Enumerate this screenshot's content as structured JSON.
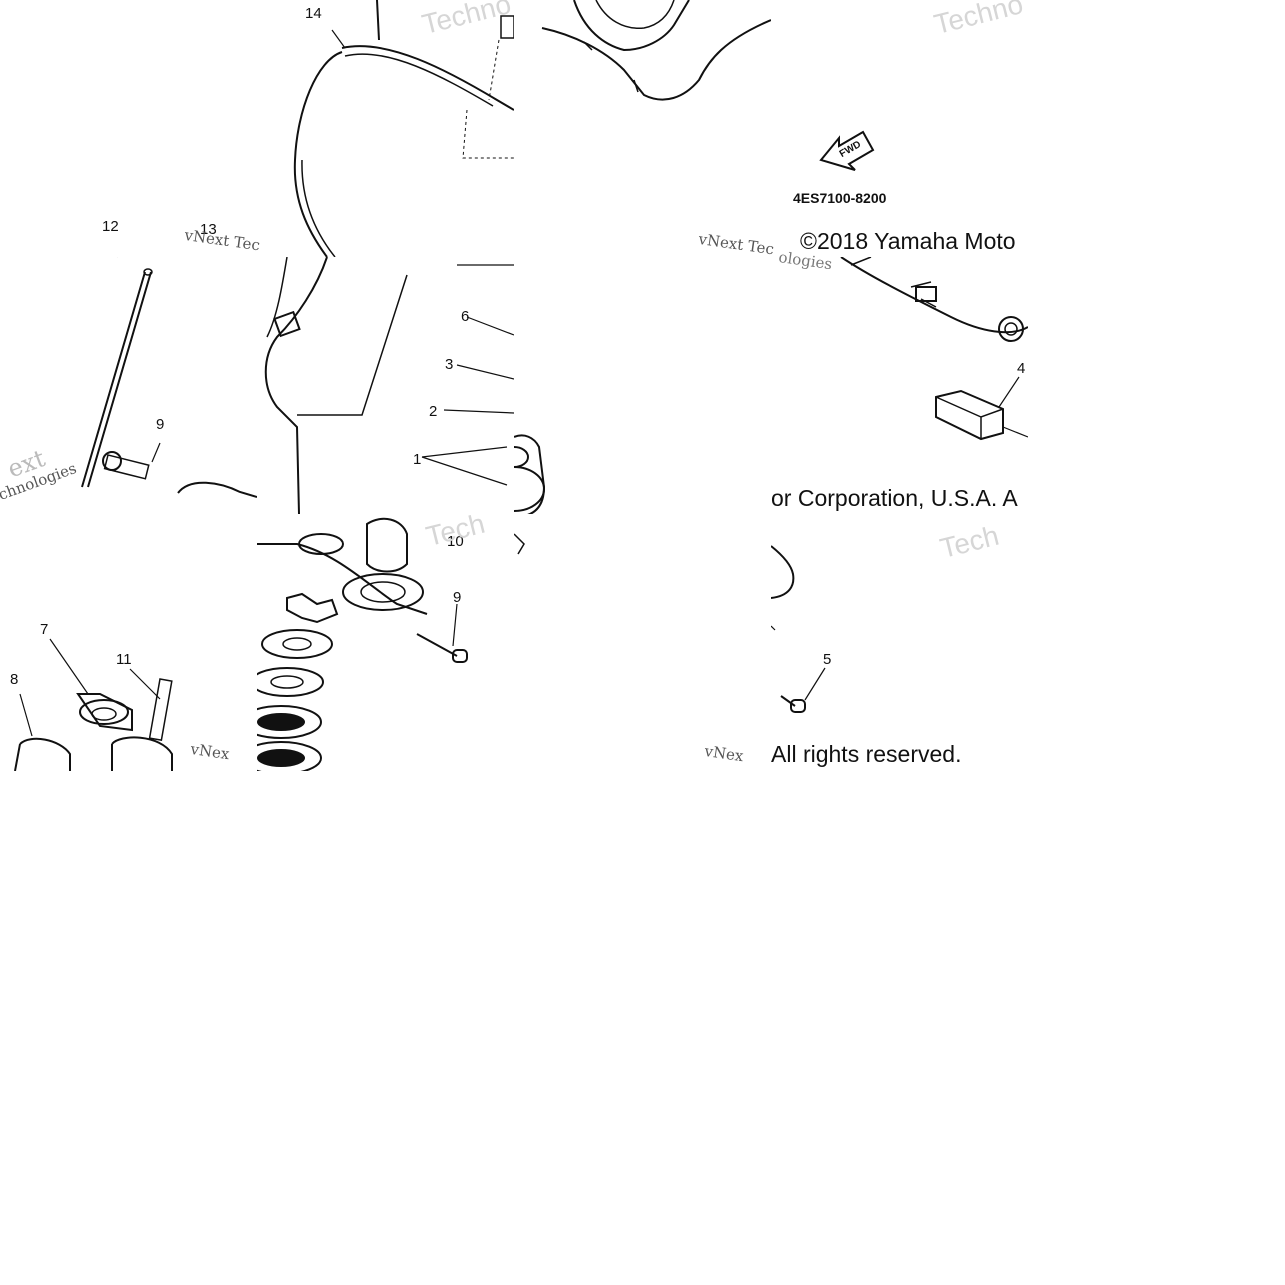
{
  "diagram": {
    "callouts": {
      "c1": "1",
      "c2": "2",
      "c3": "3",
      "c4": "4",
      "c5": "5",
      "c6": "6",
      "c7": "7",
      "c8": "8",
      "c9a": "9",
      "c9b": "9",
      "c10": "10",
      "c11": "11",
      "c12": "12",
      "c13": "13",
      "c14": "14"
    },
    "fwd_label": "FWD",
    "diagram_code": "4ES7100-8200",
    "copyright": {
      "part1": "©2018 Yamaha Moto",
      "part2": "or Corporation, U.S.A. A",
      "part3": "All rights reserved."
    },
    "watermarks": {
      "w1": "Techno",
      "w2": "Techno",
      "w3": "Tech",
      "w4": "Tech",
      "w5": "vNext Tec",
      "w6": "vNext Tec",
      "w7": "vNex",
      "w8": "vNex",
      "w9": "ext",
      "w10": "chnologies",
      "w11": "ologies"
    }
  }
}
